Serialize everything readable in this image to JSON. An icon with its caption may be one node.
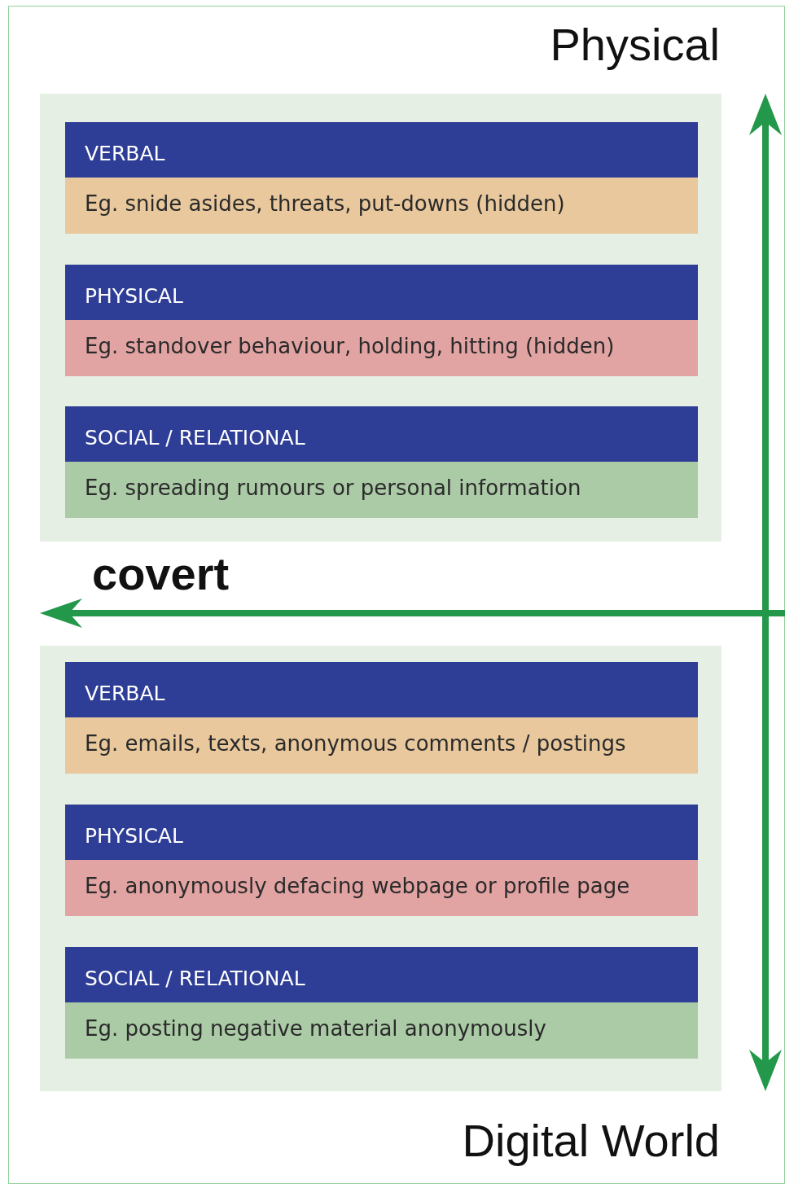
{
  "diagram": {
    "nodes": [
      {
        "text": [],
        "shape": "box"
      },
      {
        "text": [
          "VERBAL",
          "Eg. snide asides, threats, put-downs (hidden)"
        ],
        "in": 0
      },
      {
        "text": [
          "PHYSICAL",
          "Eg. standover behaviour, holding, hitting (hidden)"
        ],
        "in": 0
      },
      {
        "text": [
          "SOCIAL / RELATIONAL",
          "Eg. spreading rumours or personal information"
        ],
        "in": 0
      },
      {
        "text": [],
        "shape": "box"
      },
      {
        "text": [
          "VERBAL",
          "Eg. emails, texts, anonymous comments / postings"
        ],
        "in": 4
      },
      {
        "text": [
          "PHYSICAL",
          "Eg. anonymously defacing webpage or profile page"
        ],
        "in": 4
      },
      {
        "text": [
          "SOCIAL / RELATIONAL",
          "Eg. posting negative material anonymously"
        ],
        "in": 4
      }
    ],
    "labels": [
      "Physical",
      "covert",
      "Digital World"
    ]
  }
}
